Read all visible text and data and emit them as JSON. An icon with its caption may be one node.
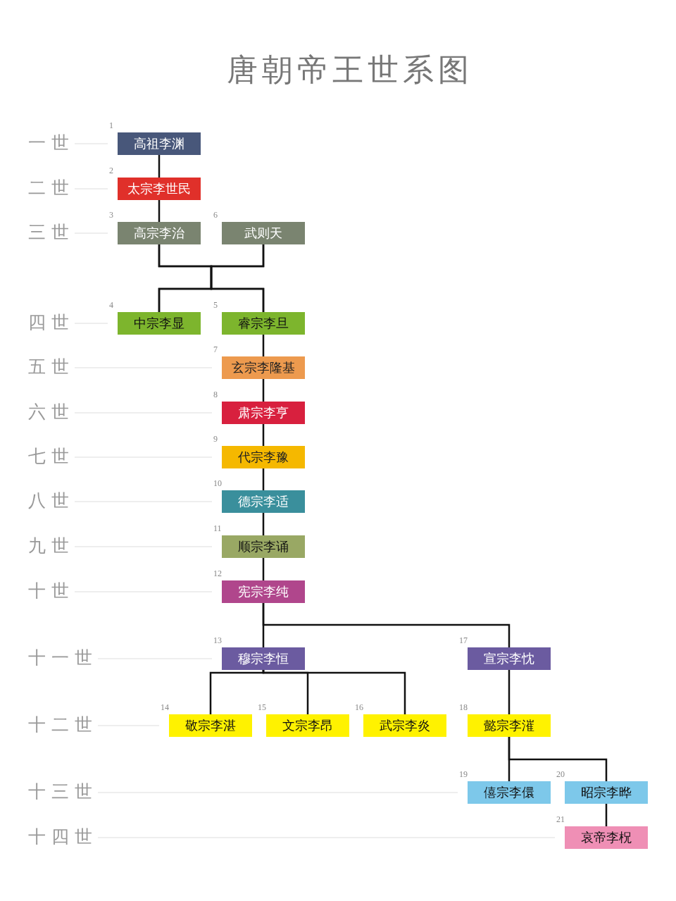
{
  "diagram": {
    "title": "唐朝帝王世系图",
    "nodes": [
      {
        "text": [
          "高祖李渊"
        ],
        "beside": [
          "1"
        ]
      },
      {
        "text": [
          "太宗李世民"
        ],
        "beside": [
          "2"
        ]
      },
      {
        "text": [
          "高宗李治"
        ],
        "beside": [
          "3"
        ]
      },
      {
        "text": [
          "武则天"
        ],
        "beside": [
          "6"
        ]
      },
      {
        "text": [
          "中宗李显"
        ],
        "beside": [
          "4"
        ]
      },
      {
        "text": [
          "睿宗李旦"
        ],
        "beside": [
          "5"
        ]
      },
      {
        "text": [
          "玄宗李隆基"
        ],
        "beside": [
          "7"
        ]
      },
      {
        "text": [
          "肃宗李亨"
        ],
        "beside": [
          "8"
        ]
      },
      {
        "text": [
          "代宗李豫"
        ],
        "beside": [
          "9"
        ]
      },
      {
        "text": [
          "德宗李适"
        ],
        "beside": [
          "10"
        ]
      },
      {
        "text": [
          "顺宗李诵"
        ],
        "beside": [
          "11"
        ]
      },
      {
        "text": [
          "宪宗李纯"
        ],
        "beside": [
          "12"
        ]
      },
      {
        "text": [
          "穆宗李恒"
        ],
        "beside": [
          "13"
        ]
      },
      {
        "text": [
          "宣宗李忱"
        ],
        "beside": [
          "17"
        ]
      },
      {
        "text": [
          "敬宗李湛"
        ],
        "beside": [
          "14"
        ]
      },
      {
        "text": [
          "文宗李昂"
        ],
        "beside": [
          "15"
        ]
      },
      {
        "text": [
          "武宗李炎"
        ],
        "beside": [
          "16"
        ]
      },
      {
        "text": [
          "懿宗李漼"
        ],
        "beside": [
          "18"
        ]
      },
      {
        "text": [
          "僖宗李儇"
        ],
        "beside": [
          "19"
        ]
      },
      {
        "text": [
          "昭宗李晔"
        ],
        "beside": [
          "20"
        ]
      },
      {
        "text": [
          "哀帝李柷"
        ],
        "beside": [
          "21"
        ]
      }
    ],
    "edges": [
      {
        "from": 0,
        "to": 1,
        "arrow": "none"
      },
      {
        "from": 1,
        "to": 2,
        "arrow": "none"
      },
      {
        "from": 2,
        "to": 4,
        "arrow": "none"
      },
      {
        "from": 2,
        "to": 5,
        "arrow": "none"
      },
      {
        "from": 3,
        "to": 4,
        "arrow": "none"
      },
      {
        "from": 3,
        "to": 5,
        "arrow": "none"
      },
      {
        "from": 5,
        "to": 6,
        "arrow": "none"
      },
      {
        "from": 6,
        "to": 7,
        "arrow": "none"
      },
      {
        "from": 7,
        "to": 8,
        "arrow": "none"
      },
      {
        "from": 8,
        "to": 9,
        "arrow": "none"
      },
      {
        "from": 9,
        "to": 10,
        "arrow": "none"
      },
      {
        "from": 10,
        "to": 11,
        "arrow": "none"
      },
      {
        "from": 11,
        "to": 12,
        "arrow": "none"
      },
      {
        "from": 11,
        "to": 13,
        "arrow": "none"
      },
      {
        "from": 12,
        "to": 14,
        "arrow": "none"
      },
      {
        "from": 12,
        "to": 15,
        "arrow": "none"
      },
      {
        "from": 12,
        "to": 16,
        "arrow": "none"
      },
      {
        "from": 13,
        "to": 17,
        "arrow": "none"
      },
      {
        "from": 17,
        "to": 18,
        "arrow": "none"
      },
      {
        "from": 17,
        "to": 19,
        "arrow": "none"
      },
      {
        "from": 19,
        "to": 20,
        "arrow": "none"
      }
    ],
    "labels": [
      "一世",
      "二世",
      "三世",
      "四世",
      "五世",
      "六世",
      "七世",
      "八世",
      "九世",
      "十世",
      "十一世",
      "十二世",
      "十三世",
      "十四世"
    ]
  }
}
